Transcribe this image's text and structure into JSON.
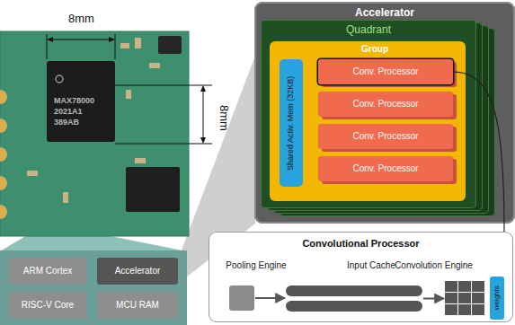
{
  "diagram": {
    "nodes": [
      {
        "text": [
          "Accelerator"
        ]
      },
      {
        "text": [
          "Quadrant"
        ],
        "in": 0
      },
      {
        "text": [
          "Group"
        ],
        "in": 1
      },
      {
        "text": [
          "Shared Activ. Mem (32KB)"
        ],
        "in": 2
      },
      {
        "text": [
          "Conv. Processor"
        ],
        "in": 2
      },
      {
        "text": [
          "Conv. Processor"
        ],
        "in": 2
      },
      {
        "text": [
          "Conv. Processor"
        ],
        "in": 2
      },
      {
        "text": [
          "Conv. Processor"
        ],
        "in": 2
      },
      {
        "text": [
          "Convolutional Processor"
        ]
      },
      {
        "text": [
          "Pooling Engine"
        ],
        "in": 8
      },
      {
        "text": [
          "Input Cache"
        ],
        "in": 8
      },
      {
        "text": [
          "Convolution Engine"
        ],
        "in": 8
      },
      {
        "text": [
          "weights"
        ],
        "in": 8
      },
      {
        "text": [
          "ARM Cortex"
        ]
      },
      {
        "text": [
          "Accelerator"
        ]
      },
      {
        "text": [
          "RISC-V Core"
        ]
      },
      {
        "text": [
          "MCU RAM"
        ]
      }
    ],
    "edges": [
      {
        "from": 9,
        "to": 10,
        "arrow": "to"
      },
      {
        "from": 10,
        "to": 11,
        "arrow": "to"
      },
      {
        "from": 4,
        "to": 8,
        "arrow": "none"
      }
    ],
    "labels": [
      "8mm",
      "8mm",
      "MAX78000",
      "2021A1",
      "389AB"
    ]
  }
}
